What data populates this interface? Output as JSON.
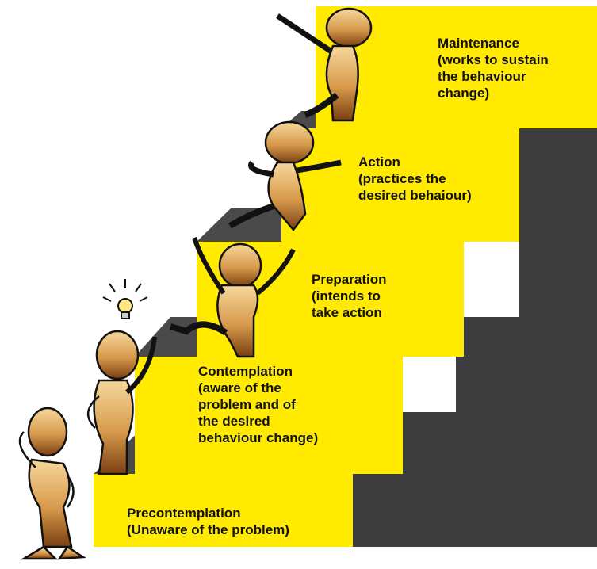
{
  "colors": {
    "step_face": "#FFEA00",
    "step_top": "#5a5a5a",
    "riser_shadow": "#3f3f3f",
    "figure_fill_light": "#f3c98a",
    "figure_fill_dark": "#8a4a14",
    "outline": "#111111",
    "bulb": "#ffe680"
  },
  "stages": [
    {
      "key": "precontemplation",
      "title": "Precontemplation",
      "desc_lines": [
        "(Unaware of the problem)"
      ]
    },
    {
      "key": "contemplation",
      "title": "Contemplation",
      "desc_lines": [
        "(aware of the",
        " problem and of",
        " the desired",
        " behaviour change)"
      ]
    },
    {
      "key": "preparation",
      "title": "Preparation",
      "desc_lines": [
        "(intends to",
        "take action"
      ]
    },
    {
      "key": "action",
      "title": "Action",
      "desc_lines": [
        "(practices the",
        "desired behaiour)"
      ]
    },
    {
      "key": "maintenance",
      "title": "Maintenance",
      "desc_lines": [
        "(works to sustain",
        "the behaviour",
        "change)"
      ]
    }
  ],
  "icons": [
    "thinking-figure-icon",
    "idea-figure-icon",
    "lightbulb-icon",
    "climbing-figure-icon",
    "running-figure-icon",
    "reaching-figure-icon"
  ]
}
